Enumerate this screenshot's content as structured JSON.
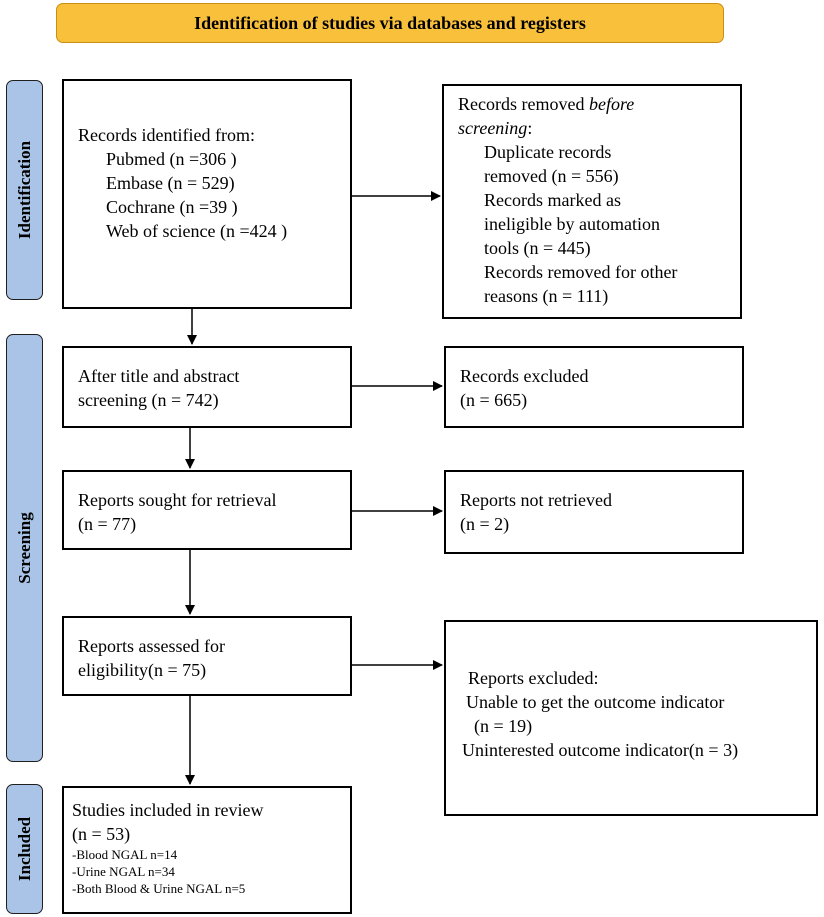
{
  "header": {
    "title": "Identification of studies via databases and registers"
  },
  "phases": {
    "identification": "Identification",
    "screening": "Screening",
    "included": "Included"
  },
  "records_identified": {
    "heading": "Records identified from:",
    "sources": [
      "Pubmed (n =306 )",
      "Embase (n = 529)",
      "Cochrane (n =39 )",
      "Web of science (n =424 )"
    ]
  },
  "records_removed": {
    "heading_prefix": "Records removed ",
    "heading_italic_1": "before",
    "heading_italic_2": "screening",
    "heading_suffix": ":",
    "lines": [
      "Duplicate records",
      "removed  (n = 556)",
      "Records marked as",
      "ineligible by automation",
      "tools (n = 445)",
      "Records removed for other",
      "reasons (n = 111)"
    ]
  },
  "title_abstract": {
    "line1": "After title and abstract",
    "line2": "screening (n = 742)"
  },
  "records_excluded": {
    "line1": "Records excluded",
    "line2": "(n = 665)"
  },
  "reports_sought": {
    "line1": "Reports sought for retrieval",
    "line2": "(n = 77)"
  },
  "reports_not_retrieved": {
    "line1": "Reports not retrieved",
    "line2": "(n = 2)"
  },
  "reports_assessed": {
    "line1": "Reports assessed for",
    "line2": "eligibility(n = 75)"
  },
  "reports_excluded": {
    "line1": "Reports excluded:",
    "line2": "Unable to get the outcome indicator",
    "line3": "(n = 19)",
    "line4": "Uninterested outcome indicator(n = 3)"
  },
  "studies_included": {
    "line1": "Studies included in review",
    "line2": "(n = 53)",
    "details": [
      "-Blood NGAL n=14",
      "-Urine NGAL n=34",
      "-Both Blood & Urine NGAL n=5"
    ]
  }
}
